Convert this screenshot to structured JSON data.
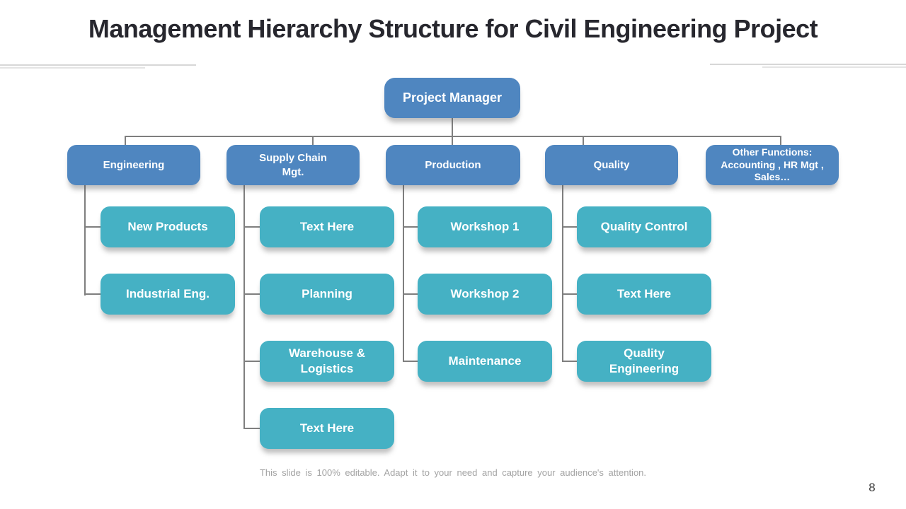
{
  "slide": {
    "title": "Management Hierarchy Structure for Civil Engineering Project",
    "footer": "This slide is 100% editable. Adapt it to your need and capture your audience's attention.",
    "page_number": "8"
  },
  "colors": {
    "level_blue": "#4f86c0",
    "level_teal": "#45b1c4",
    "connector_gray": "#7f7f7f",
    "title_text": "#27272e",
    "footer_text": "#a3a3a3"
  },
  "org_chart": {
    "root": {
      "label": "Project Manager"
    },
    "departments": [
      {
        "label": "Engineering",
        "children": [
          "New Products",
          "Industrial Eng."
        ]
      },
      {
        "label": "Supply Chain\nMgt.",
        "children": [
          "Text Here",
          "Planning",
          "Warehouse &\nLogistics",
          "Text Here"
        ]
      },
      {
        "label": "Production",
        "children": [
          "Workshop 1",
          "Workshop 2",
          "Maintenance"
        ]
      },
      {
        "label": "Quality",
        "children": [
          "Quality Control",
          "Text Here",
          "Quality\nEngineering"
        ]
      },
      {
        "label": "Other Functions:\nAccounting , HR Mgt ,\nSales…",
        "children": []
      }
    ]
  }
}
